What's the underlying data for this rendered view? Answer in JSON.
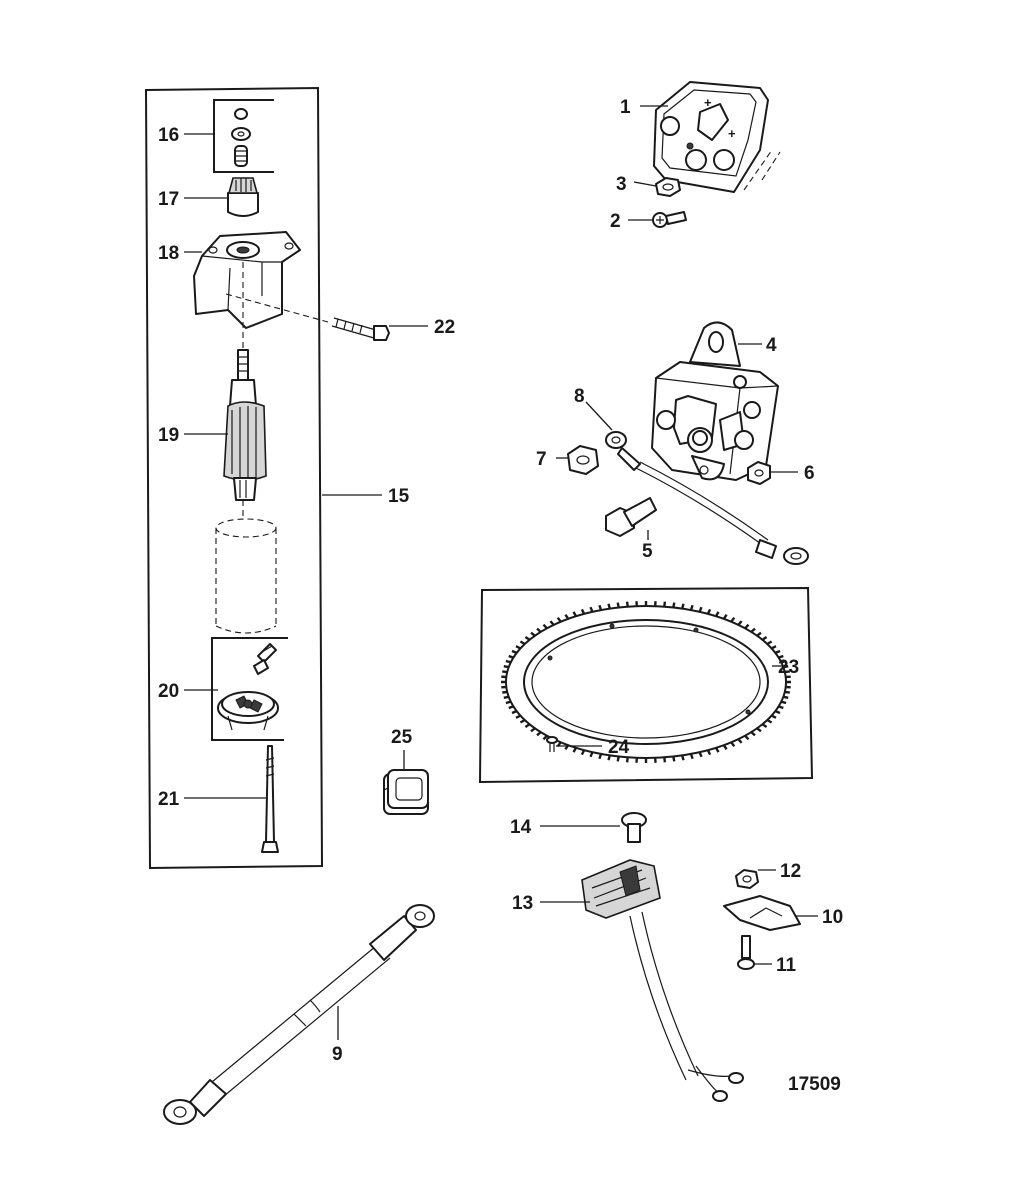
{
  "diagram": {
    "figure_number": "17509",
    "callouts": {
      "p1": "1",
      "p2": "2",
      "p3": "3",
      "p4": "4",
      "p5": "5",
      "p6": "6",
      "p7": "7",
      "p8": "8",
      "p9": "9",
      "p10": "10",
      "p11": "11",
      "p12": "12",
      "p13": "13",
      "p14": "14",
      "p15": "15",
      "p16": "16",
      "p17": "17",
      "p18": "18",
      "p19": "19",
      "p20": "20",
      "p21": "21",
      "p22": "22",
      "p23": "23",
      "p24": "24",
      "p25": "25"
    }
  }
}
